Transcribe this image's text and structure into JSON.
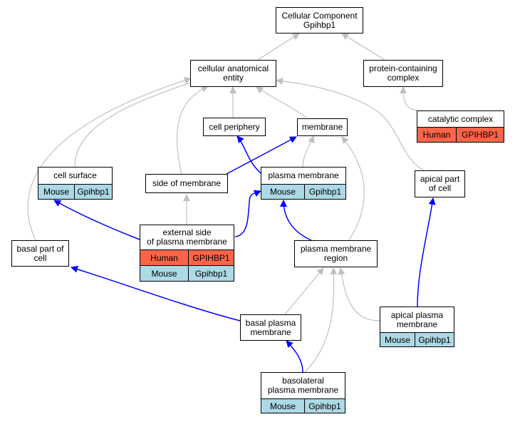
{
  "colors": {
    "grey_edge": "#c0c0c0",
    "blue_edge": "#0000ff",
    "human": "#fa6548",
    "mouse": "#add8e6"
  },
  "nodes": {
    "root": "Cellular Component\nGpihbp1",
    "cae": "cellular anatomical\nentity",
    "pcc": "protein-containing\ncomplex",
    "cat": "catalytic complex",
    "periph": "cell periphery",
    "membrane": "membrane",
    "surface": "cell surface",
    "side": "side of membrane",
    "pm": "plasma membrane",
    "apical_part": "apical part\nof cell",
    "ext": "external side\nof plasma membrane",
    "basal_part": "basal part of\ncell",
    "pmr": "plasma membrane\nregion",
    "bpm": "basal plasma\nmembrane",
    "apm": "apical plasma\nmembrane",
    "blpm": "basolateral\nplasma membrane"
  },
  "genes": {
    "cat": [
      {
        "species": "Human",
        "gene": "GPIHBP1"
      }
    ],
    "surface": [
      {
        "species": "Mouse",
        "gene": "Gpihbp1"
      }
    ],
    "pm": [
      {
        "species": "Mouse",
        "gene": "Gpihbp1"
      }
    ],
    "ext": [
      {
        "species": "Human",
        "gene": "GPIHBP1"
      },
      {
        "species": "Mouse",
        "gene": "Gpihbp1"
      }
    ],
    "apm": [
      {
        "species": "Mouse",
        "gene": "Gpihbp1"
      }
    ],
    "blpm": [
      {
        "species": "Mouse",
        "gene": "Gpihbp1"
      }
    ]
  }
}
